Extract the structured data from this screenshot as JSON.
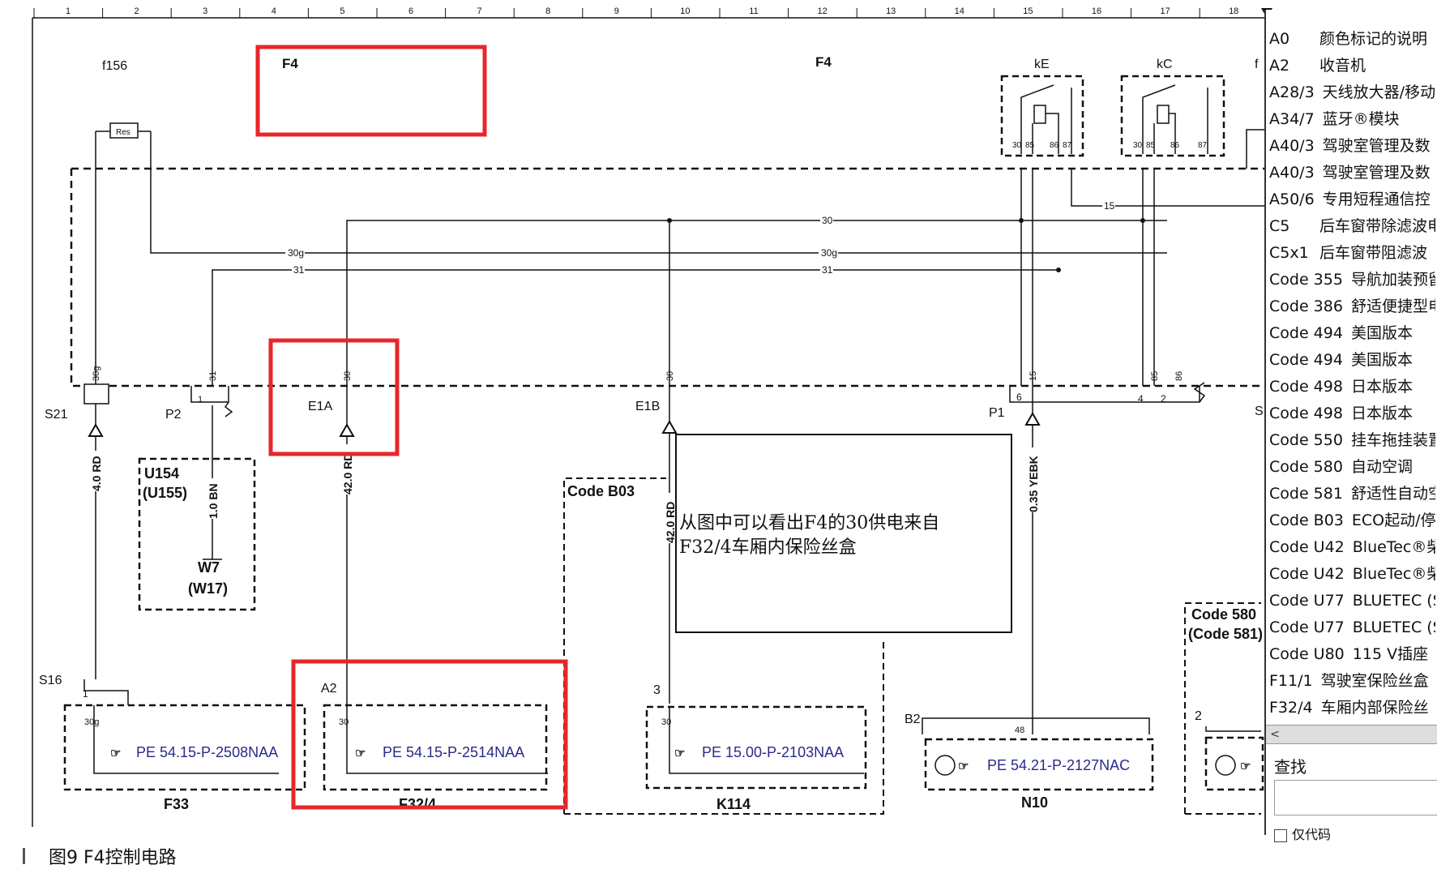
{
  "ruler": [
    "1",
    "2",
    "3",
    "4",
    "5",
    "6",
    "7",
    "8",
    "9",
    "10",
    "11",
    "12",
    "13",
    "14",
    "15",
    "16",
    "17",
    "18"
  ],
  "labels": {
    "f156": "f156",
    "f4_top": "F4",
    "f4_center": "F4",
    "f_partial": "f",
    "res": "Res",
    "kE": "kE",
    "kC": "kC",
    "relay_pins": [
      "30",
      "85",
      "86",
      "87"
    ],
    "wire_30g": "30g",
    "wire_30": "30",
    "wire_31": "31",
    "wire_15": "15",
    "pin_85": "85",
    "pin_86": "86",
    "s21": "S21",
    "p2": "P2",
    "e1a": "E1A",
    "e1b": "E1B",
    "p1": "P1",
    "s_partial": "S",
    "p2_pin1": "1",
    "p1_pin6": "6",
    "p1_pin4": "4",
    "p1_pin2": "2",
    "u154": "U154",
    "u155": "(U155)",
    "w7": "W7",
    "w17": "(W17)",
    "wire_s21": "4.0 RD",
    "wire_p2": "1.0 BN",
    "wire_e1a": "42.0 RD",
    "wire_e1b": "42.0 RD",
    "wire_p1": "0.35 YEBK",
    "code_b03": "Code B03",
    "code_580": "Code 580",
    "code_581": "(Code 581)",
    "s16": "S16",
    "s16_pin": "1",
    "a2": "A2",
    "pin_3": "3",
    "b2": "B2",
    "pin_2": "2",
    "pin_48": "48",
    "pin_30": "30",
    "pin_30g": "30g",
    "ref_f33": "PE 54.15-P-2508NAA",
    "ref_f32": "PE 54.15-P-2514NAA",
    "ref_k114": "PE 15.00-P-2103NAA",
    "ref_n10": "PE 54.21-P-2127NAC",
    "f33": "F33",
    "f32_4": "F32/4",
    "k114": "K114",
    "n10": "N10",
    "note_line1": "从图中可以看出F4的30供电来自",
    "note_line2": "F32/4车厢内保险丝盒"
  },
  "legend": [
    {
      "code": "A0",
      "text": "颜色标记的说明"
    },
    {
      "code": "A2",
      "text": "收音机"
    },
    {
      "code": "A28/3",
      "text": "天线放大器/移动"
    },
    {
      "code": "A34/7",
      "text": "蓝牙®模块"
    },
    {
      "code": "A40/3",
      "text": "驾驶室管理及数"
    },
    {
      "code": "A40/3",
      "text": "驾驶室管理及数"
    },
    {
      "code": "A50/6",
      "text": "专用短程通信控"
    },
    {
      "code": "C5",
      "text": "后车窗带除滤波电"
    },
    {
      "code": "C5x1",
      "text": "后车窗带阻滤波"
    },
    {
      "code": "Code 355",
      "text": "导航加装预留"
    },
    {
      "code": "Code 386",
      "text": "舒适便捷型电"
    },
    {
      "code": "Code 494",
      "text": "美国版本"
    },
    {
      "code": "Code 494",
      "text": "美国版本"
    },
    {
      "code": "Code 498",
      "text": "日本版本"
    },
    {
      "code": "Code 498",
      "text": "日本版本"
    },
    {
      "code": "Code 550",
      "text": "挂车拖挂装置"
    },
    {
      "code": "Code 580",
      "text": "自动空调"
    },
    {
      "code": "Code 581",
      "text": "舒适性自动空"
    },
    {
      "code": "Code B03",
      "text": "ECO起动/停止"
    },
    {
      "code": "Code U42",
      "text": "BlueTec®柴"
    },
    {
      "code": "Code U42",
      "text": "BlueTec®柴"
    },
    {
      "code": "Code U77",
      "text": "BLUETEC (S"
    },
    {
      "code": "Code U77",
      "text": "BLUETEC (S"
    },
    {
      "code": "Code U80",
      "text": "115 V插座"
    },
    {
      "code": "F11/1",
      "text": "驾驶室保险丝盒"
    },
    {
      "code": "F32/4",
      "text": "车厢内部保险丝"
    }
  ],
  "panel": {
    "scroll_left": "<",
    "search_label": "查找",
    "search_value": "",
    "checkbox_label": "仅代码"
  },
  "caption": "图9 F4控制电路",
  "colors": {
    "highlight": "#e8262a",
    "ink": "#111111",
    "ref_text": "#2a2a8a"
  }
}
